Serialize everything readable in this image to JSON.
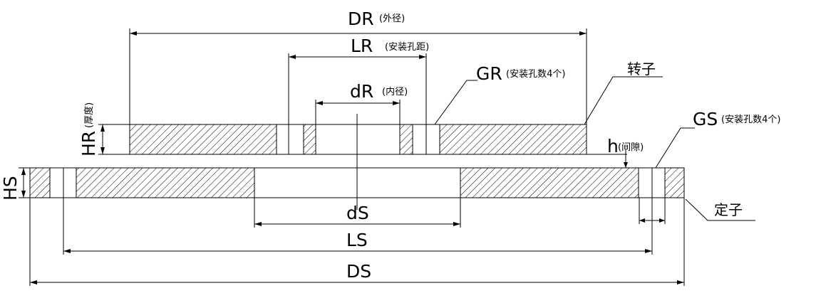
{
  "labels": {
    "DR": "DR",
    "DR_note": "(外径)",
    "LR": "LR",
    "LR_note": "(安装孔距)",
    "dR": "dR",
    "dR_note": "(内径)",
    "GR": "GR",
    "GR_note": "(安装孔数4个)",
    "rotor": "转子",
    "GS": "GS",
    "GS_note": "(安装孔数4个)",
    "HR": "HR",
    "HR_note": "(厚度)",
    "h": "h",
    "h_note": "(间隙)",
    "HS": "HS",
    "dS": "dS",
    "LS": "LS",
    "DS": "DS",
    "stator": "定子"
  }
}
